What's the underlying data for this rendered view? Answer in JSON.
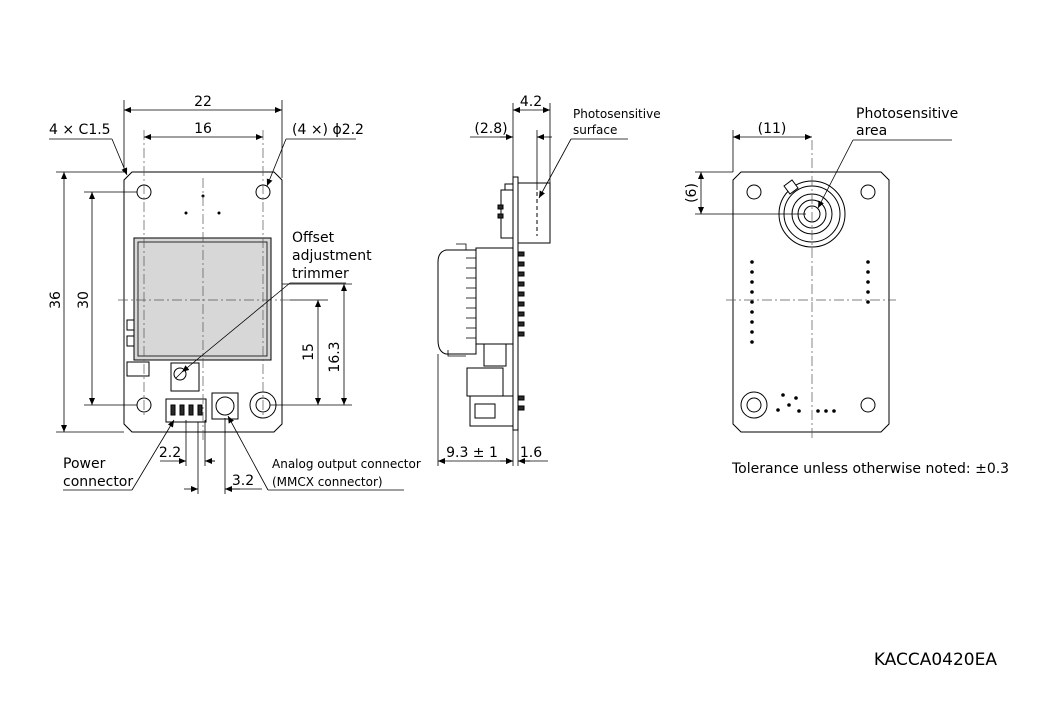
{
  "front_view": {
    "dim_width_22": "22",
    "dim_hole_pitch_16": "16",
    "chamfer": "4 × C1.5",
    "holes": "(4 ×) ϕ2.2",
    "dim_height_36": "36",
    "dim_hole_pitch_30": "30",
    "dim_15": "15",
    "dim_16_3": "16.3",
    "offset_label": [
      "Offset",
      "adjustment",
      "trimmer"
    ],
    "dim_2_2": "2.2",
    "dim_3_2": "3.2",
    "power_label": [
      "Power",
      "connector"
    ],
    "analog_label": [
      "Analog output connector",
      "(MMCX connector)"
    ]
  },
  "side_view": {
    "dim_4_2": "4.2",
    "dim_2_8": "(2.8)",
    "photosurface_label": [
      "Photosensitive",
      "surface"
    ],
    "dim_9_3": "9.3 ± 1",
    "dim_1_6": "1.6"
  },
  "back_view": {
    "dim_11": "(11)",
    "dim_6": "(6)",
    "photoarea_label": [
      "Photosensitive",
      "area"
    ]
  },
  "tolerance_note": "Tolerance unless otherwise noted: ±0.3",
  "drawing_id": "KACCA0420EA"
}
